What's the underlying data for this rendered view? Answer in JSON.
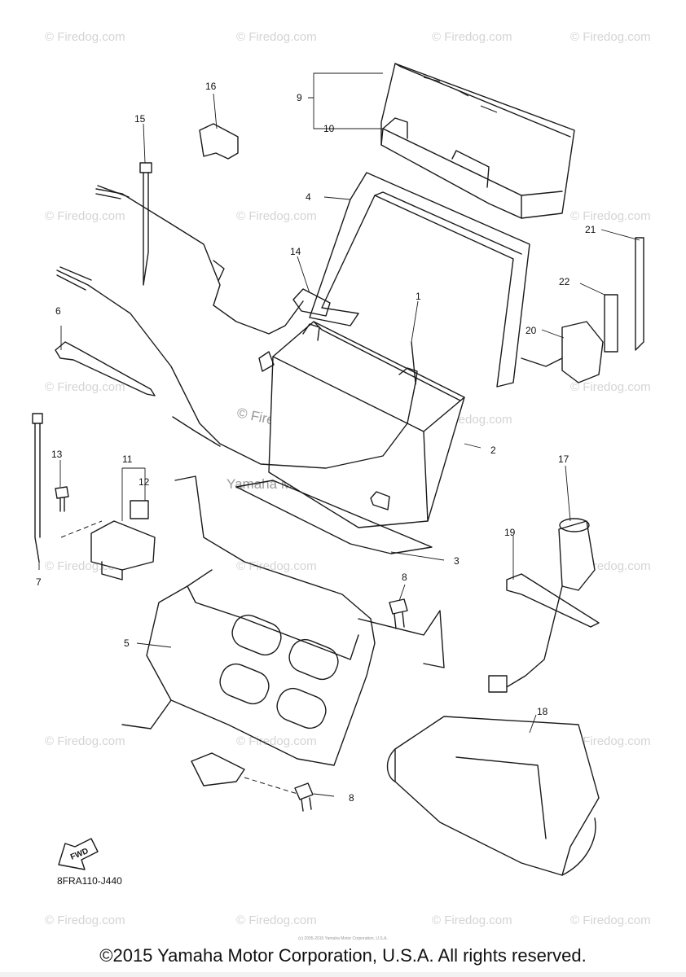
{
  "diagram": {
    "callouts": {
      "c1": "1",
      "c2": "2",
      "c3": "3",
      "c4": "4",
      "c5": "5",
      "c6": "6",
      "c7": "7",
      "c8a": "8",
      "c8b": "8",
      "c9": "9",
      "c10": "10",
      "c11": "11",
      "c12": "12",
      "c13": "13",
      "c14": "14",
      "c15": "15",
      "c16": "16",
      "c17": "17",
      "c18": "18",
      "c19": "19",
      "c20": "20",
      "c21": "21",
      "c22": "22"
    },
    "fwd_label": "FWD",
    "reference_code": "8FRA110-J440",
    "watermark_text": "© Firedog.com",
    "watermark_center_1": "© Firedog.com",
    "watermark_center_2": "Yamaha Motor Corp, U.S.A."
  },
  "footer": {
    "tiny_note": "(c) 2005-2015 Yamaha Motor Corporation, U.S.A.",
    "copyright": "©2015 Yamaha Motor Corporation, U.S.A. All rights reserved."
  },
  "colors": {
    "line": "#1a1a1a",
    "watermark": "#d4d4d4",
    "background": "#ffffff"
  }
}
